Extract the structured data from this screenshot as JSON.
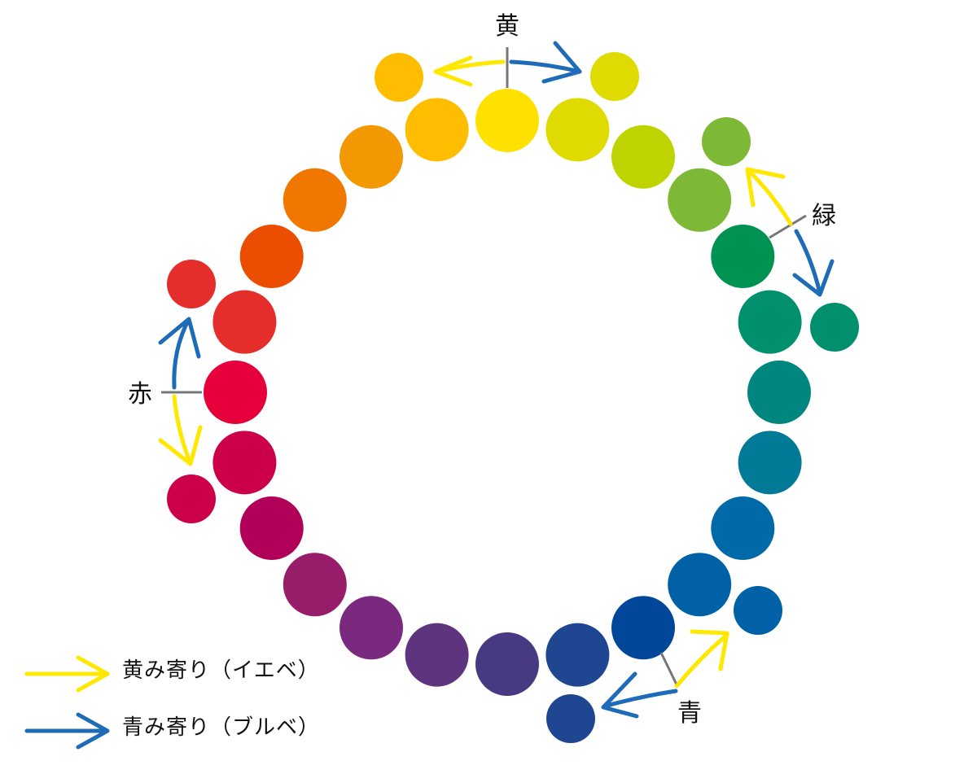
{
  "labels": {
    "yellow": "黄",
    "green": "緑",
    "blue": "青",
    "red": "赤"
  },
  "legend": {
    "yellow_base": "黄み寄り（イエベ）",
    "blue_base": "青み寄り（ブルベ）"
  },
  "colors": {
    "yellow_arrow": "#FFE800",
    "blue_arrow": "#1E6BB8",
    "leader_line": "#777777",
    "ring": [
      "#FFE100",
      "#DFDB00",
      "#BFD300",
      "#7DB836",
      "#009250",
      "#00906E",
      "#00857F",
      "#007A96",
      "#0069A8",
      "#0061A6",
      "#00479A",
      "#1F4690",
      "#473A82",
      "#5F347F",
      "#7A2A7E",
      "#971C6A",
      "#B00058",
      "#CC0048",
      "#E5003C",
      "#E52D2B",
      "#EB4E00",
      "#F07800",
      "#F39800",
      "#FFBD00"
    ],
    "outer": {
      "yellow_left": "#FFBD00",
      "yellow_right": "#DFDB00",
      "green_up": "#7DB836",
      "green_down": "#00906E",
      "red_up": "#E52D2B",
      "red_down": "#CC0048",
      "blue_right": "#0061A6",
      "blue_left": "#1F4690"
    }
  }
}
